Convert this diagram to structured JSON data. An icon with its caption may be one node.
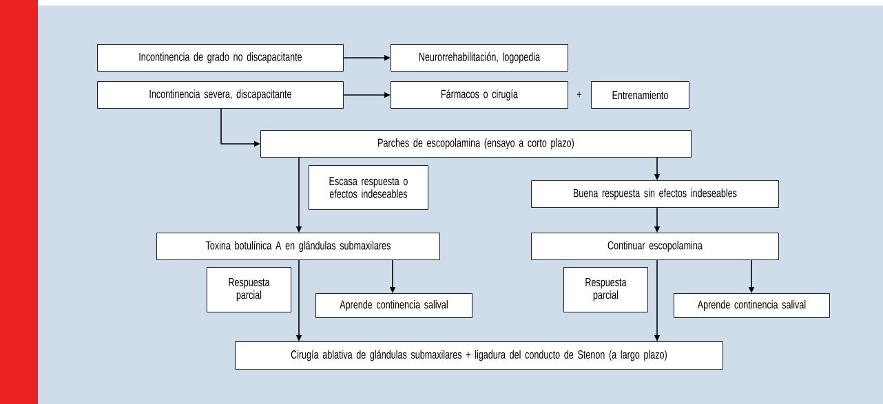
{
  "diagram": {
    "nodes": [
      {
        "text": [
          "Incontinencia de grado no discapacitante"
        ]
      },
      {
        "text": [
          "Neurorrehabilitación, logopedia"
        ]
      },
      {
        "text": [
          "Incontinencia severa, discapacitante"
        ]
      },
      {
        "text": [
          "Fármacos o cirugía"
        ]
      },
      {
        "text": [
          "Entrenamiento"
        ]
      },
      {
        "text": [
          "Parches de escopolamina (ensayo a corto plazo)"
        ]
      },
      {
        "text": [
          "Escasa respuesta o efectos indeseables"
        ]
      },
      {
        "text": [
          "Buena respuesta sin efectos indeseables"
        ]
      },
      {
        "text": [
          "Toxina botulínica A en glándulas submaxilares"
        ]
      },
      {
        "text": [
          "Continuar escopolamina"
        ]
      },
      {
        "text": [
          "Respuesta parcial"
        ]
      },
      {
        "text": [
          "Aprende continencia salival"
        ]
      },
      {
        "text": [
          "Respuesta parcial"
        ]
      },
      {
        "text": [
          "Aprende continencia salival"
        ]
      },
      {
        "text": [
          "Cirugía ablativa de glándulas submaxilares + ligadura del conducto de Stenon (a largo plazo)"
        ]
      }
    ],
    "edges": [
      {
        "from": 0,
        "to": 1,
        "arrow": "to"
      },
      {
        "from": 2,
        "to": 3,
        "arrow": "to"
      },
      {
        "from": 2,
        "to": 5,
        "arrow": "to"
      },
      {
        "from": 5,
        "to": 8,
        "arrow": "to"
      },
      {
        "from": 5,
        "to": 7,
        "arrow": "to"
      },
      {
        "from": 7,
        "to": 9,
        "arrow": "to"
      },
      {
        "from": 8,
        "to": 11,
        "arrow": "to"
      },
      {
        "from": 8,
        "to": 14,
        "arrow": "to"
      },
      {
        "from": 9,
        "to": 13,
        "arrow": "to"
      },
      {
        "from": 9,
        "to": 14,
        "arrow": "to"
      }
    ],
    "labels": [
      "+"
    ]
  }
}
